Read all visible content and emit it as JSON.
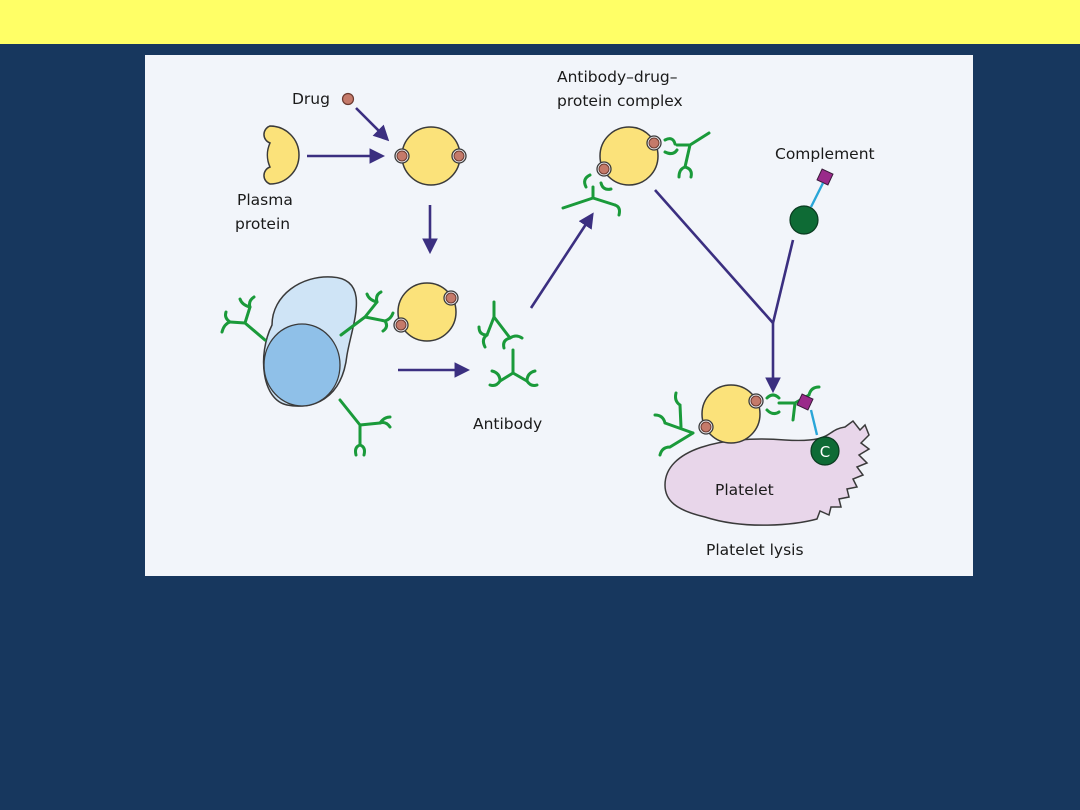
{
  "labels": {
    "drug": "Drug",
    "plasma_protein_line1": "Plasma",
    "plasma_protein_line2": "protein",
    "complex_line1": "Antibody–drug–",
    "complex_line2": "protein complex",
    "complement": "Complement",
    "antibody": "Antibody",
    "platelet": "Platelet",
    "platelet_lysis": "Platelet lysis",
    "complement_symbol": "C"
  },
  "colors": {
    "header_bar": "#ffff66",
    "background": "#17375e",
    "panel": "#f2f5fa",
    "protein_fill": "#fbe27a",
    "drug_fill": "#c57a6a",
    "antibody": "#1a9a3a",
    "arrow": "#3b2f80",
    "cell_fill": "#cfe4f6",
    "nucleus_fill": "#8fc0e8",
    "platelet_fill": "#e8d6ea",
    "complement_square": "#9a2a8a",
    "complement_circle": "#0e6b35",
    "complement_link": "#2aa6d8"
  }
}
